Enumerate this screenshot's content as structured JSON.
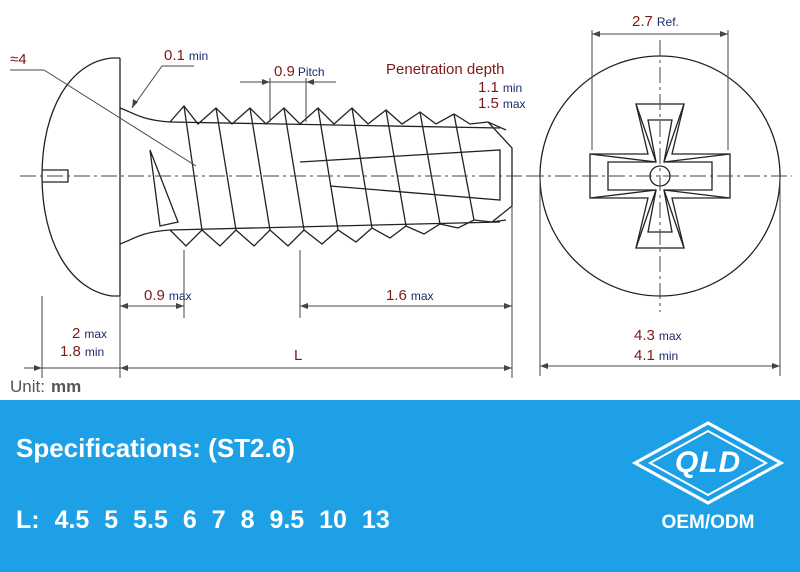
{
  "drawing": {
    "unit_label": "Unit:",
    "unit_value": "mm",
    "head_angle": "≈4",
    "fillet": {
      "value": "0.1",
      "qualifier": "min"
    },
    "pitch": {
      "value": "0.9",
      "qualifier": "Pitch"
    },
    "penetration": {
      "title": "Penetration depth",
      "min_value": "1.1",
      "min_label": "min",
      "max_value": "1.5",
      "max_label": "max"
    },
    "underhead": {
      "value": "0.9",
      "qualifier": "max"
    },
    "thread_end": {
      "value": "1.6",
      "qualifier": "max"
    },
    "head_height": {
      "max_value": "2",
      "max_label": "max",
      "min_value": "1.8",
      "min_label": "min"
    },
    "length_label": "L",
    "recess_ref": {
      "value": "2.7",
      "qualifier": "Ref."
    },
    "head_diameter": {
      "max_value": "4.3",
      "max_label": "max",
      "min_value": "4.1",
      "min_label": "min"
    }
  },
  "banner": {
    "title": "Specifications: (ST2.6)",
    "length_prefix": "L:",
    "lengths": [
      "4.5",
      "5",
      "5.5",
      "6",
      "7",
      "8",
      "9.5",
      "10",
      "13"
    ],
    "logo_text": "QLD",
    "tagline": "OEM/ODM"
  },
  "colors": {
    "banner_bg": "#1ea0e6",
    "dimension_text": "#7a1a1a",
    "qualifier_text": "#1a2a6b"
  }
}
